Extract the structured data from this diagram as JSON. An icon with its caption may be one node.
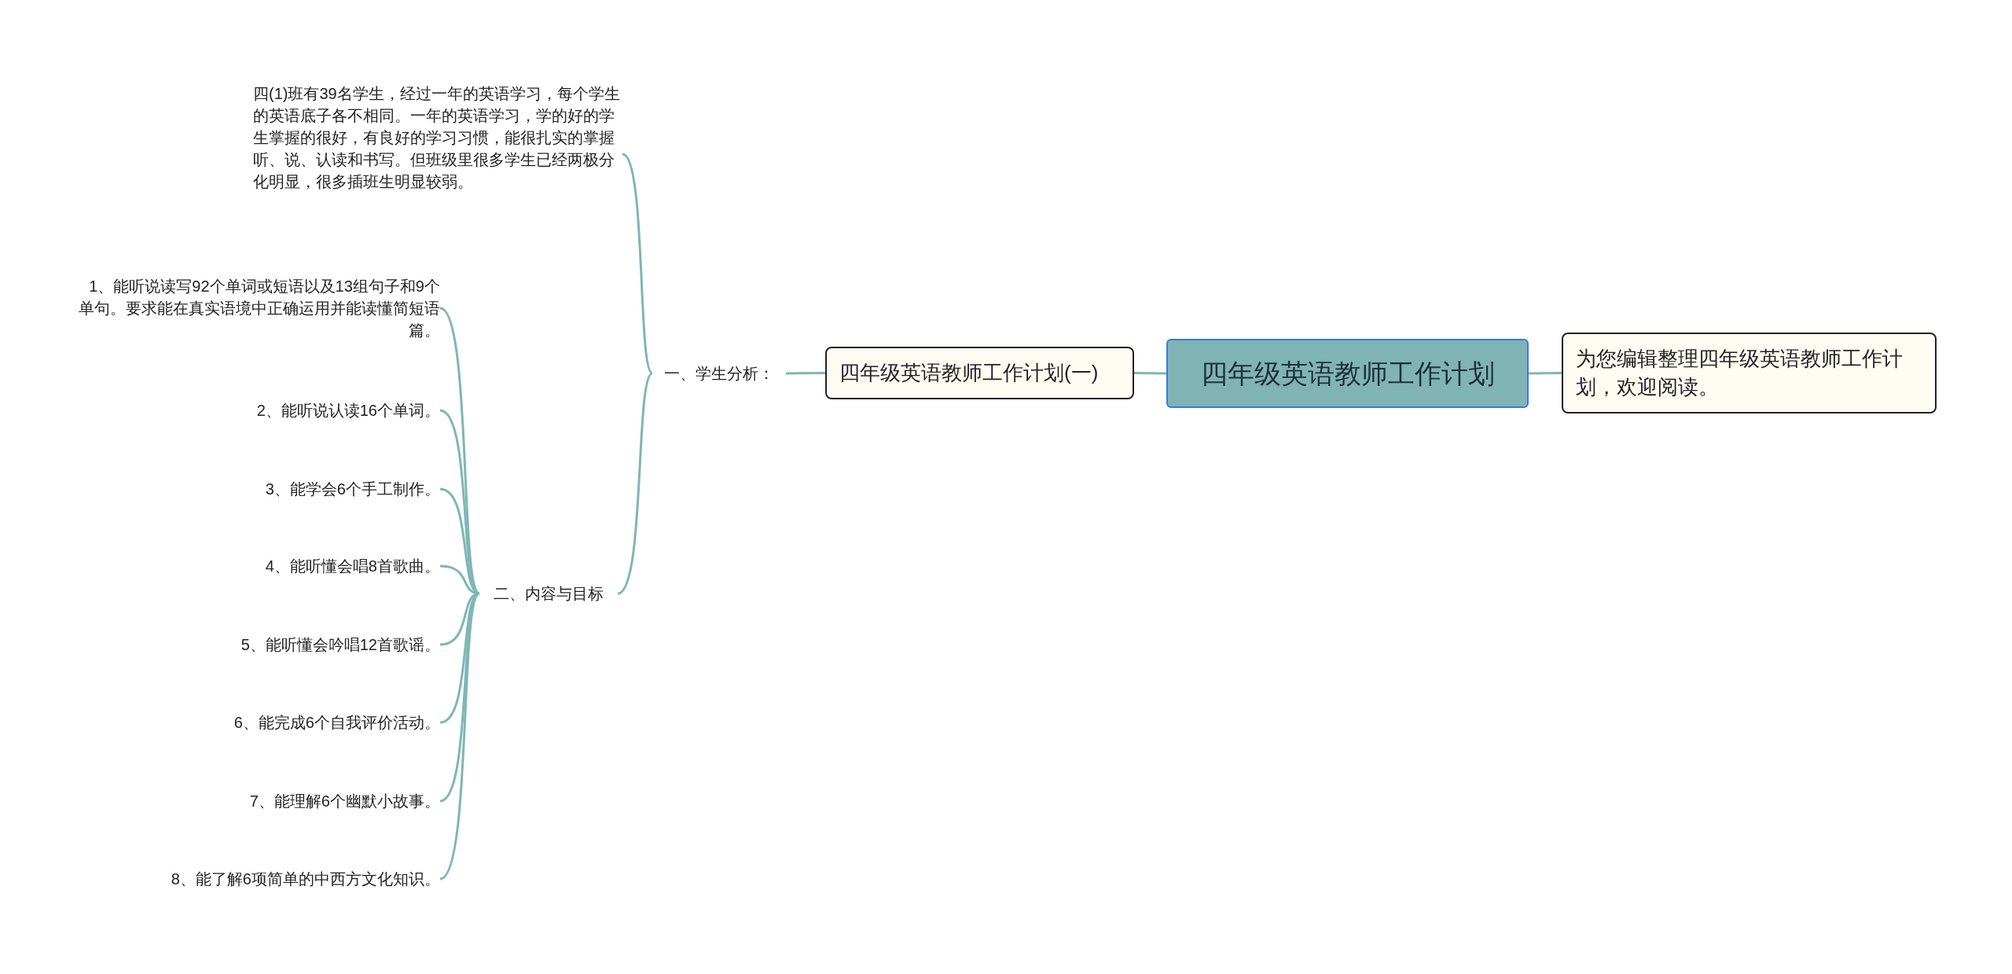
{
  "diagram": {
    "nodes": [
      {
        "text": [
          "四年级英语教师工作计划"
        ]
      },
      {
        "text": [
          "为您编辑整理四年级英语教师工作计划，欢迎阅读。"
        ]
      },
      {
        "text": [
          "四年级英语教师工作计划(一)"
        ]
      },
      {
        "text": [
          "一、学生分析："
        ]
      },
      {
        "text": [
          "四(1)班有39名学生，经过一年的英语学习，每个学生的英语底子各不相同。一年的英语学习，学的好的学生掌握的很好，有良好的学习习惯，能很扎实的掌握听、说、认读和书写。但班级里很多学生已经两极分化明显，很多插班生明显较弱。"
        ]
      },
      {
        "text": [
          "二、内容与目标"
        ]
      },
      {
        "text": [
          "1、能听说读写92个单词或短语以及13组句子和9个单句。要求能在真实语境中正确运用并能读懂简短语篇。"
        ]
      },
      {
        "text": [
          "2、能听说认读16个单词。"
        ]
      },
      {
        "text": [
          "3、能学会6个手工制作。"
        ]
      },
      {
        "text": [
          "4、能听懂会唱8首歌曲。"
        ]
      },
      {
        "text": [
          "5、能听懂会吟唱12首歌谣。"
        ]
      },
      {
        "text": [
          "6、能完成6个自我评价活动。"
        ]
      },
      {
        "text": [
          "7、能理解6个幽默小故事。"
        ]
      },
      {
        "text": [
          "8、能了解6项简单的中西方文化知识。"
        ]
      }
    ],
    "edges": [
      {
        "from": 0,
        "to": 1,
        "arrow": "none"
      },
      {
        "from": 0,
        "to": 2,
        "arrow": "none"
      },
      {
        "from": 2,
        "to": 3,
        "arrow": "none"
      },
      {
        "from": 3,
        "to": 4,
        "arrow": "none"
      },
      {
        "from": 3,
        "to": 5,
        "arrow": "none"
      },
      {
        "from": 5,
        "to": 6,
        "arrow": "none"
      },
      {
        "from": 5,
        "to": 7,
        "arrow": "none"
      },
      {
        "from": 5,
        "to": 8,
        "arrow": "none"
      },
      {
        "from": 5,
        "to": 9,
        "arrow": "none"
      },
      {
        "from": 5,
        "to": 10,
        "arrow": "none"
      },
      {
        "from": 5,
        "to": 11,
        "arrow": "none"
      },
      {
        "from": 5,
        "to": 12,
        "arrow": "none"
      },
      {
        "from": 5,
        "to": 13,
        "arrow": "none"
      }
    ]
  }
}
